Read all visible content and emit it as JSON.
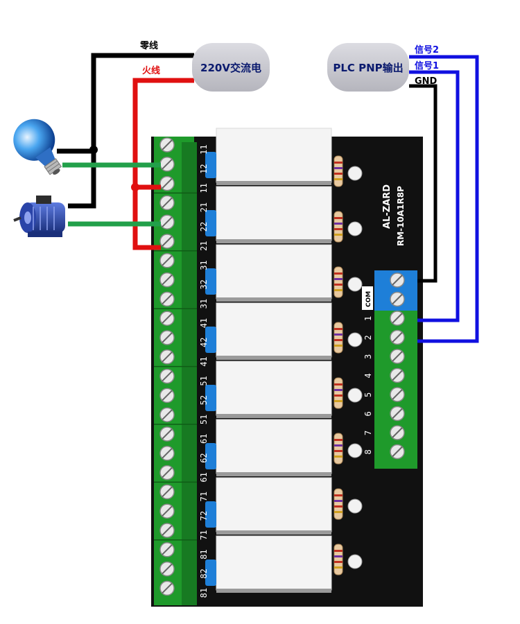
{
  "power_source": {
    "label": "220V交流电"
  },
  "plc_source": {
    "label": "PLC PNP输出"
  },
  "wire_labels": {
    "neutral": "零线",
    "live": "火线",
    "signal2": "信号2",
    "signal1": "信号1",
    "gnd": "GND"
  },
  "board": {
    "brand": "AL-ZARD",
    "model": "RM-10A1R8P",
    "com_label": "COM",
    "channel_numbers": [
      "1",
      "2",
      "3",
      "4",
      "5",
      "6",
      "7",
      "8"
    ],
    "relay_terminals": [
      [
        "11",
        "12",
        "11"
      ],
      [
        "21",
        "22",
        "21"
      ],
      [
        "31",
        "32",
        "31"
      ],
      [
        "41",
        "42",
        "41"
      ],
      [
        "51",
        "52",
        "51"
      ],
      [
        "61",
        "62",
        "61"
      ],
      [
        "71",
        "72",
        "71"
      ],
      [
        "81",
        "82",
        "81"
      ]
    ]
  },
  "colors": {
    "board": "#111111",
    "terminal_green": "#1f9a2b",
    "terminal_blue": "#1e7fd8",
    "wire_black": "#000000",
    "wire_red": "#e01010",
    "wire_green": "#22a04a",
    "wire_blue": "#1010e0",
    "pill_gray": "#c9c9cf"
  },
  "icons": [
    "light-bulb-icon",
    "motor-icon"
  ]
}
